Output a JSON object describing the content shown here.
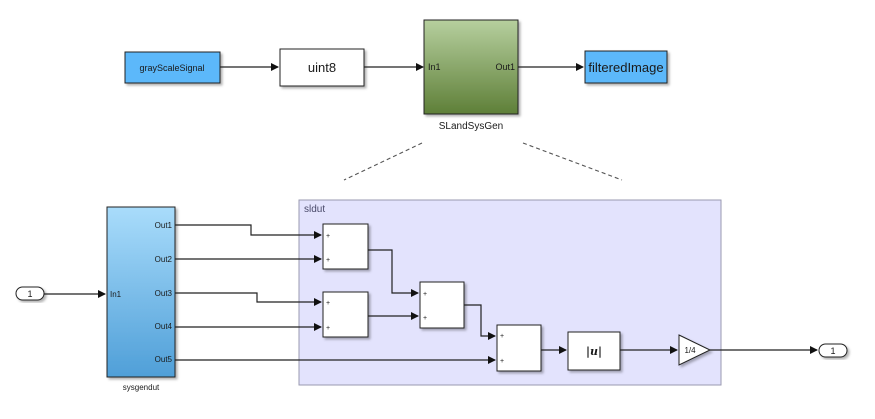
{
  "diagram": {
    "top_model": {
      "source": {
        "label": "grayScaleSignal",
        "color": "#5cb8fa"
      },
      "convert": {
        "label": "uint8"
      },
      "subsystem": {
        "name": "SLandSysGen",
        "in_port": "In1",
        "out_port": "Out1",
        "color_top": "#b6cf9e",
        "color_bottom": "#5e7f38"
      },
      "sink": {
        "label": "filteredImage",
        "color": "#5cb8fa"
      }
    },
    "detail": {
      "inport": {
        "label": "1"
      },
      "outport": {
        "label": "1"
      },
      "sysgendut": {
        "name": "sysgendut",
        "in_port": "In1",
        "out_ports": [
          "Out1",
          "Out2",
          "Out3",
          "Out4",
          "Out5"
        ],
        "color_top": "#a9dcfb",
        "color_bottom": "#4f9fd8"
      },
      "sldut": {
        "name": "sldut",
        "color": "#e3e3fd",
        "sum_signs": [
          "+",
          "+"
        ],
        "abs_label": "|u|",
        "gain_label": "1/4"
      }
    }
  }
}
